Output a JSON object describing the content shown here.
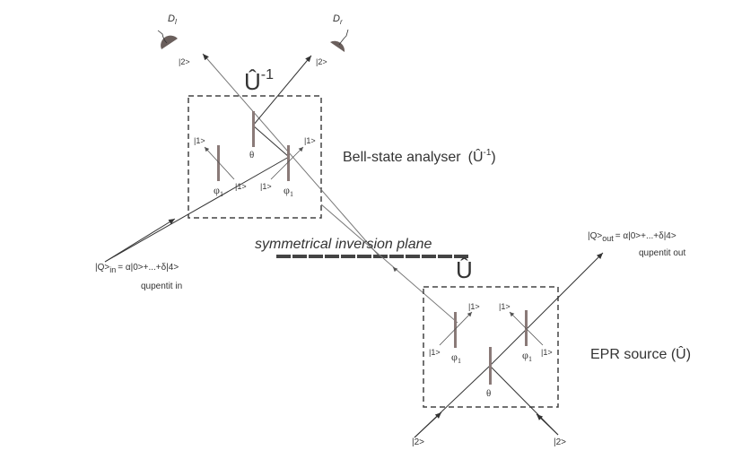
{
  "diagram": {
    "top_operator": {
      "symbol": "Û",
      "superscript": "-1"
    },
    "bottom_operator": {
      "symbol": "Û"
    },
    "detectors": {
      "left": {
        "label": "D",
        "sub": "l",
        "state": "|2>"
      },
      "right": {
        "label": "D",
        "sub": "r",
        "state": "|2>"
      }
    },
    "bell_state_analyser": {
      "label": "Bell-state analyser",
      "paren": "(Û",
      "sup": "-1",
      "close": ")",
      "theta": "θ",
      "phi_left": "φ",
      "phi_right": "φ",
      "phi_sub": "1",
      "ket_labels": [
        "|1>",
        "|1>",
        "|1>",
        "|1>"
      ]
    },
    "inversion_plane": {
      "label": "symmetrical inversion plane"
    },
    "input": {
      "ket": "|Q>",
      "sub": "in",
      "expr": "= α|0>+...+δ|4>",
      "caption": "qupentit in"
    },
    "output": {
      "ket": "|Q>",
      "sub": "out",
      "expr": "= α|0>+...+δ|4>",
      "caption": "qupentit out"
    },
    "epr_source": {
      "label": "EPR source (Û)",
      "theta": "θ",
      "phi_left": "φ",
      "phi_right": "φ",
      "phi_sub": "1",
      "ket_labels": [
        "|1>",
        "|1>",
        "|1>",
        "|1>"
      ],
      "inputs": [
        "|2>",
        "|2>"
      ]
    },
    "colors": {
      "line": "#333333",
      "plate": "#8a7a78",
      "detector": "#6a5f5c",
      "box": "#444444"
    }
  }
}
